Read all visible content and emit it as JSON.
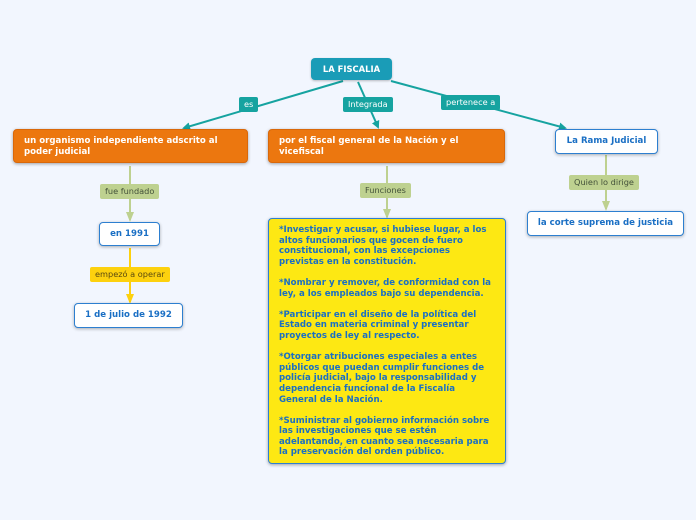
{
  "diagram": {
    "root": {
      "label": "LA FISCALIA"
    },
    "branches": [
      {
        "link_label": "es",
        "node": "un organismo independiente adscrito al poder judicial",
        "children": [
          {
            "link_label": "fue fundado",
            "node": "en 1991",
            "children": [
              {
                "link_label": "empezó a operar",
                "node": "1 de julio de 1992"
              }
            ]
          }
        ]
      },
      {
        "link_label": "Integrada",
        "node": "por el fiscal general de la Nación y el vicefiscal",
        "children": [
          {
            "link_label": "Funciones",
            "node_paragraphs": [
              "*Investigar y acusar, si hubiese lugar, a los altos funcionarios que gocen de fuero constitucional, con las excepciones previstas en la constitución.",
              "*Nombrar y remover, de conformidad con la ley, a los empleados bajo su dependencia.",
              "*Participar en el diseño de la política del Estado en materia criminal y presentar proyectos de ley al respecto.",
              "*Otorgar atribuciones especiales a entes públicos que puedan cumplir funciones de policía judicial, bajo la responsabilidad y dependencia funcional de la Fiscalía General de la Nación.",
              "*Suministrar al gobierno información sobre las investigaciones que se estén adelantando, en cuanto sea necesaria para la preservación del orden público."
            ]
          }
        ]
      },
      {
        "link_label": "pertenece a",
        "node": "La Rama Judicial",
        "children": [
          {
            "link_label": "Quien lo dirige",
            "node": "la corte suprema de justicia"
          }
        ]
      }
    ]
  },
  "colors": {
    "background": "#f2f6fe",
    "root": "#1a9cb7",
    "teal_link": "#16a3a0",
    "orange_node": "#ec770f",
    "node_border_blue": "#2d7fd0",
    "node_text_blue": "#1a6fc4",
    "yellow_node": "#fde813",
    "green_link": "#bed190",
    "yellow_link": "#fdd10e"
  }
}
